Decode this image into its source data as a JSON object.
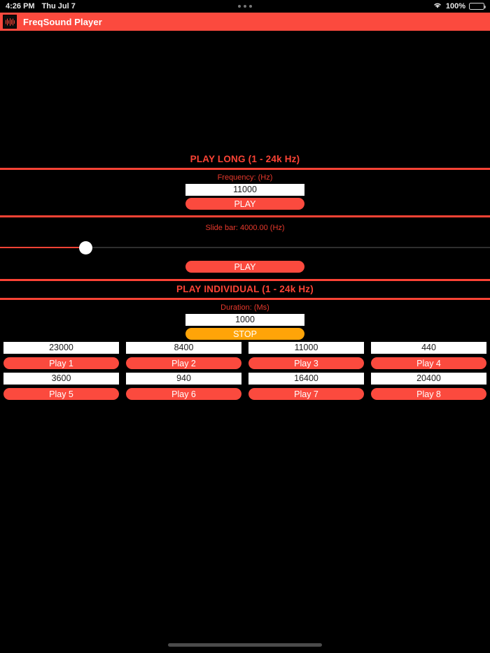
{
  "status_bar": {
    "time": "4:26 PM",
    "date": "Thu Jul 7",
    "multitask_icon": "three-dots-icon",
    "wifi_icon": "wifi-icon",
    "battery_percent": "100%",
    "battery_icon": "battery-full-icon"
  },
  "titlebar": {
    "app_icon": "freqsound-waveform-icon",
    "title": "FreqSound Player",
    "background_color": "#fb4a3e"
  },
  "play_long": {
    "section_title": "PLAY LONG (1 - 24k Hz)",
    "frequency_label": "Frequency: (Hz)",
    "frequency_value": "11000",
    "frequency_placeholder": "Frequency",
    "play_button": "PLAY"
  },
  "slide_bar": {
    "label": "Slide bar: 4000.00 (Hz)",
    "value": 4000.0,
    "min": 1,
    "max": 24000,
    "fill_percent": 17.6,
    "play_button": "PLAY"
  },
  "play_individual": {
    "section_title": "PLAY INDIVIDUAL (1 - 24k Hz)",
    "duration_label": "Duration: (Ms)",
    "duration_value": "1000",
    "duration_placeholder": "Duration",
    "stop_button": "STOP",
    "stop_color": "#ffa408",
    "cells": [
      {
        "value": "23000",
        "button": "Play 1"
      },
      {
        "value": "8400",
        "button": "Play 2"
      },
      {
        "value": "11000",
        "button": "Play 3"
      },
      {
        "value": "440",
        "button": "Play 4"
      },
      {
        "value": "3600",
        "button": "Play 5"
      },
      {
        "value": "940",
        "button": "Play 6"
      },
      {
        "value": "16400",
        "button": "Play 7"
      },
      {
        "value": "20400",
        "button": "Play 8"
      }
    ]
  },
  "theme": {
    "accent_red": "#fb4335",
    "button_red": "#fb4a3e",
    "orange": "#ffa408",
    "background": "#000000"
  }
}
